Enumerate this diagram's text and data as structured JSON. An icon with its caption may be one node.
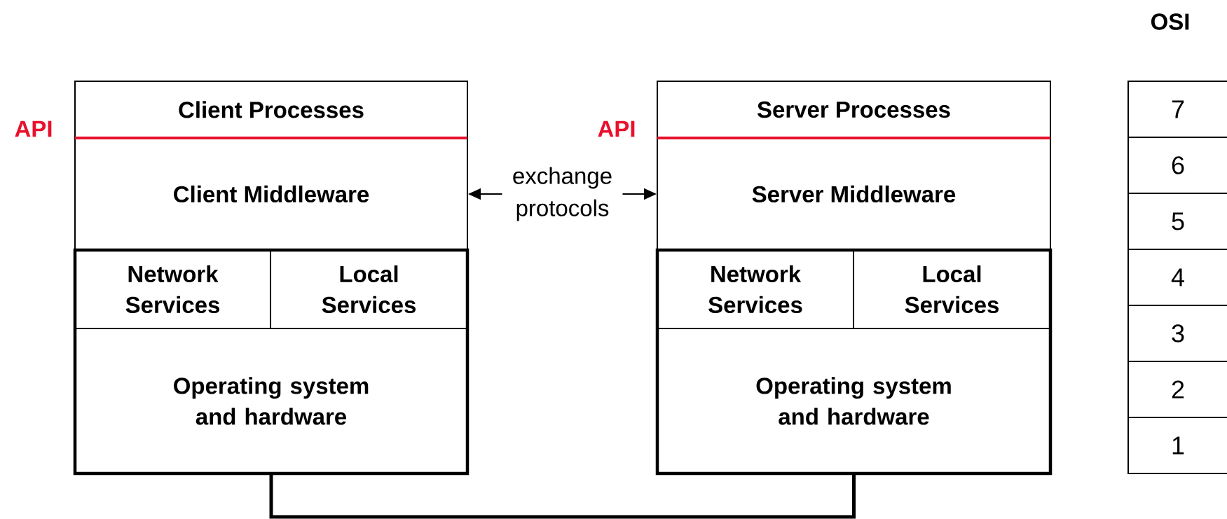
{
  "diagram": {
    "nodes": [
      {
        "text": [
          "Client Processes"
        ]
      },
      {
        "text": [
          "Client Middleware"
        ]
      },
      {
        "text": [
          "Network Services"
        ]
      },
      {
        "text": [
          "Local Services"
        ]
      },
      {
        "text": [
          "Operating system and hardware"
        ]
      },
      {
        "text": [
          "Server Processes"
        ]
      },
      {
        "text": [
          "Server Middleware"
        ]
      },
      {
        "text": [
          "Network Services"
        ]
      },
      {
        "text": [
          "Local Services"
        ]
      },
      {
        "text": [
          "Operating system and hardware"
        ]
      },
      {
        "text": [
          "7"
        ]
      },
      {
        "text": [
          "6"
        ]
      },
      {
        "text": [
          "5"
        ]
      },
      {
        "text": [
          "4"
        ]
      },
      {
        "text": [
          "3"
        ]
      },
      {
        "text": [
          "2"
        ]
      },
      {
        "text": [
          "1"
        ]
      }
    ],
    "edges": [
      {
        "from": 1,
        "to": 6,
        "arrow": "both",
        "label": "exchange protocols"
      },
      {
        "from": 4,
        "to": 9,
        "arrow": "none",
        "style": "thick"
      }
    ],
    "labels": [
      "OSI",
      "API",
      "API"
    ]
  }
}
